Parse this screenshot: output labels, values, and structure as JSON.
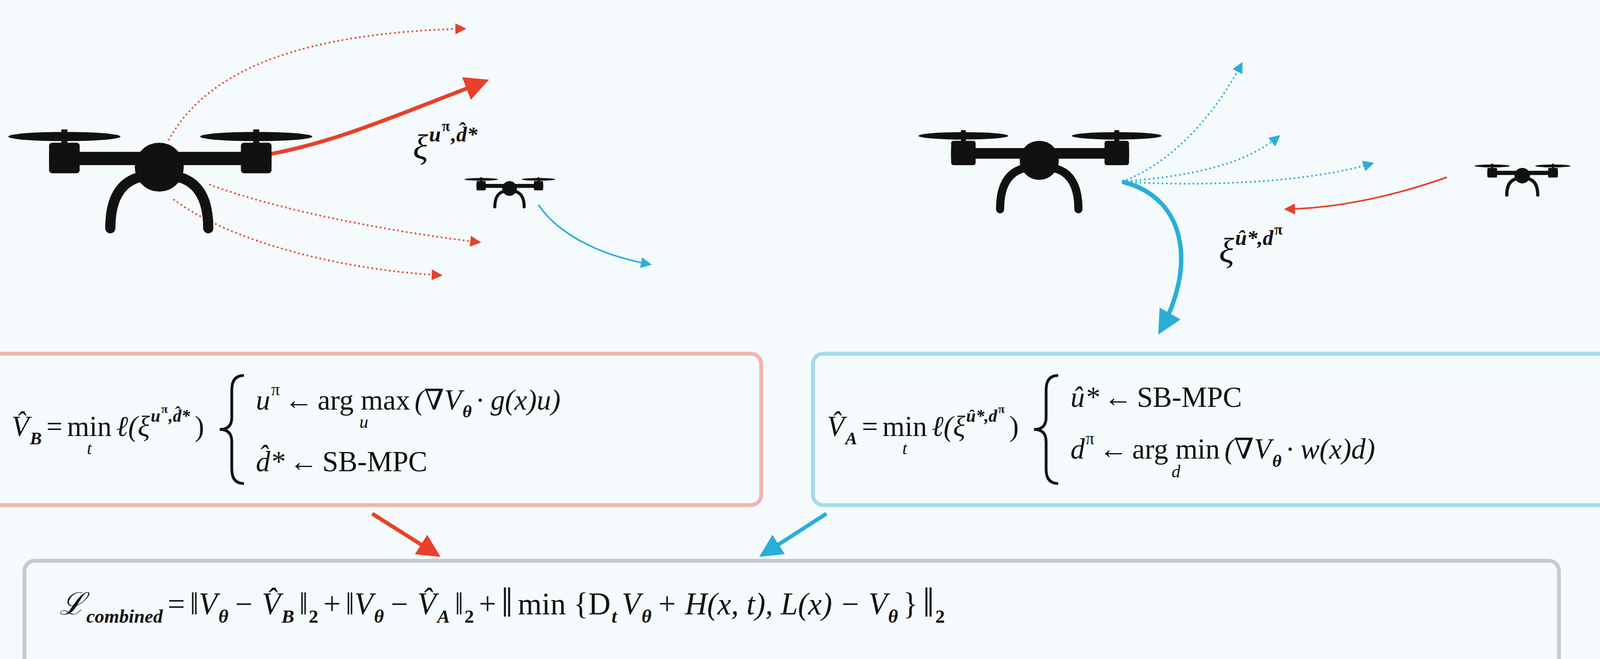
{
  "diagram": {
    "nodes": [
      {
        "text": [
          "V̂",
          "B",
          "=",
          "min",
          "t",
          "ℓ(ξ",
          "u",
          "π",
          ",d̂*",
          ")",
          "u",
          "π",
          "←",
          "arg max",
          "u",
          "(∇V",
          "θ",
          "· g(x)u)",
          "d̂*",
          "←",
          "SB-MPC"
        ]
      },
      {
        "text": [
          "V̂",
          "A",
          "=",
          "min",
          "t",
          "ℓ(ξ",
          "û*,d",
          "π",
          ")",
          "û*",
          "←",
          "SB-MPC",
          "d",
          "π",
          "←",
          "arg min",
          "d",
          "(∇V",
          "θ",
          "· w(x)d)"
        ]
      },
      {
        "text": [
          "ℒ",
          "combined",
          "=",
          "‖V",
          "θ",
          "− V̂",
          "B",
          "‖",
          "2",
          "+",
          "‖V",
          "θ",
          "− V̂",
          "A",
          "‖",
          "2",
          "+",
          "‖",
          "min {D",
          "t",
          "V",
          "θ",
          "+ H(x, t), L(x) − V",
          "θ",
          "}",
          "‖",
          "2"
        ]
      }
    ],
    "edges": [
      {
        "from": 0,
        "to": 2,
        "arrow": "to"
      },
      {
        "from": 1,
        "to": 2,
        "arrow": "to"
      }
    ],
    "labels": [
      "ξ",
      "u",
      "π",
      ",d̂*",
      "ξ",
      "û*,d",
      "π"
    ]
  }
}
